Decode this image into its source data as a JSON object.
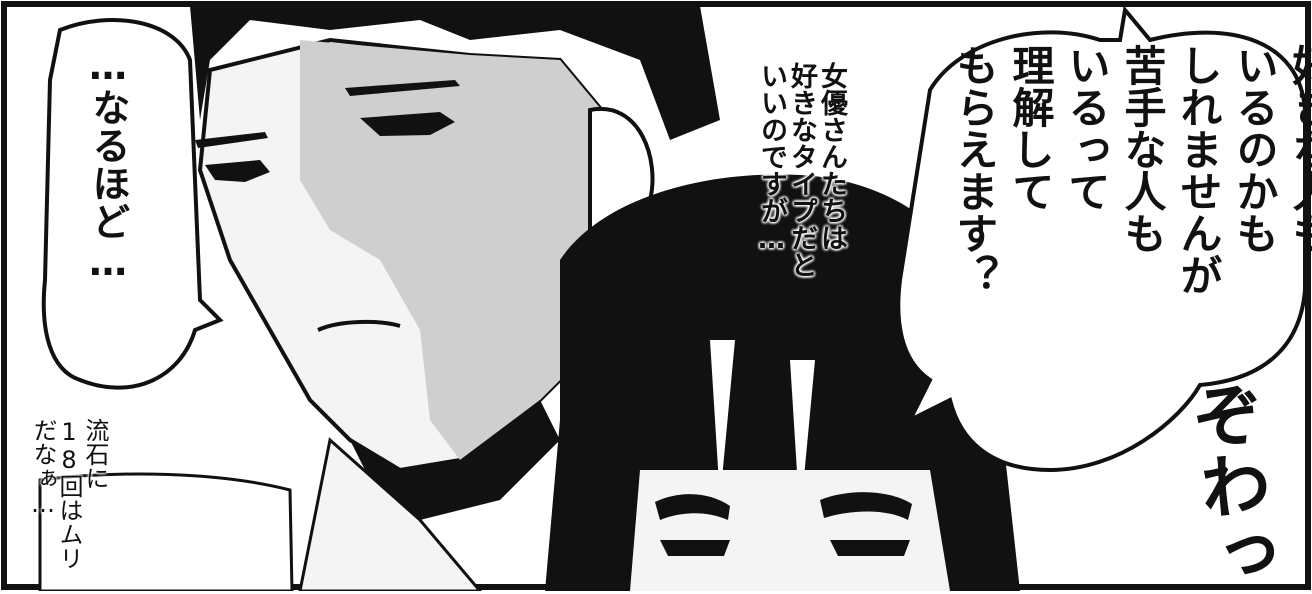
{
  "panel": {
    "bubble_left": "…なるほど…",
    "narration_low": "流石に\n18回はムリ\nだなぁ…",
    "bubble_mid": "女優さんたちは\n好きなタイプだと\nいいのですが…",
    "bubble_right": "好きな人も\nいるのかも\nしれませんが\n苦手な人も\nいるって\n理解して\nもらえます？",
    "sfx": "ぞわっ"
  },
  "colors": {
    "ink": "#111111",
    "tone": "#cfcfcf",
    "paper": "#ffffff"
  }
}
